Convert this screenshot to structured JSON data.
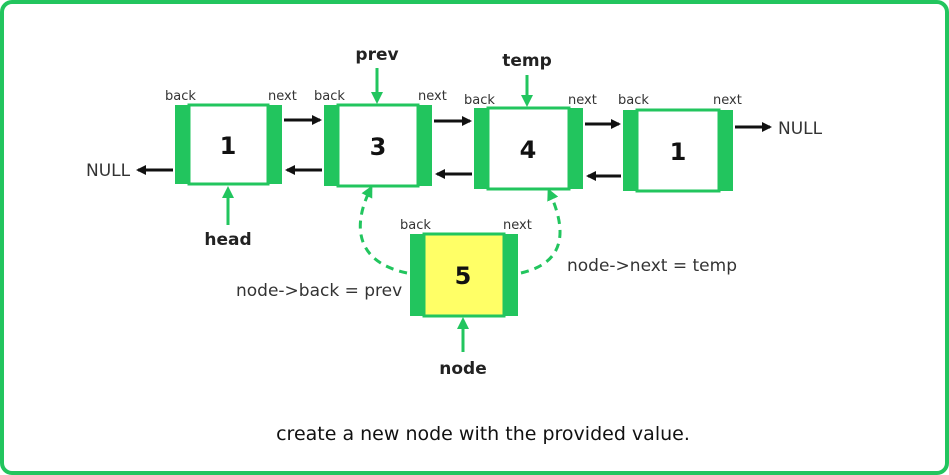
{
  "colors": {
    "green": "#22c55e",
    "yellow": "#ffff66",
    "black": "#111111"
  },
  "labels": {
    "back": "back",
    "next": "next",
    "null": "NULL"
  },
  "nodes": [
    {
      "value": "1"
    },
    {
      "value": "3"
    },
    {
      "value": "4"
    },
    {
      "value": "1"
    }
  ],
  "new_node": {
    "value": "5"
  },
  "pointers": {
    "prev": "prev",
    "temp": "temp",
    "head": "head",
    "node": "node"
  },
  "assignments": {
    "back": "node->back = prev",
    "next": "node->next = temp"
  },
  "caption": "create a new node with the provided value."
}
